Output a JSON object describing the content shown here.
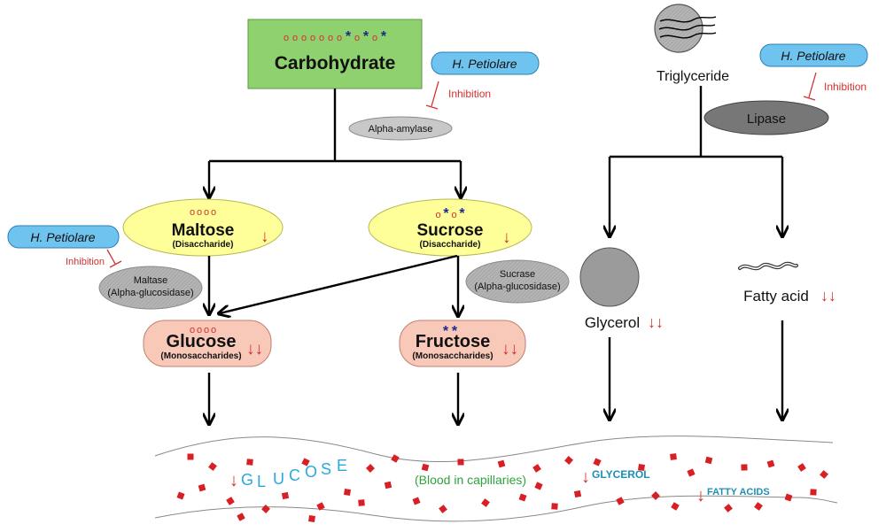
{
  "colors": {
    "carb_fill": "#8fd16f",
    "carb_stroke": "#5b9a3c",
    "pill_fill": "#6fc3ef",
    "pill_stroke": "#2d7fb8",
    "disacch_fill": "#ffff9a",
    "disacch_stroke": "#b8b850",
    "mono_fill": "#f8c8b8",
    "mono_stroke": "#c08070",
    "enzyme_fill": "#c8c8c8",
    "enzyme_stroke": "#8a8a8a",
    "inhibit": "#d43030",
    "blood_dot": "#d81f26",
    "glucose_text": "#29a8e0",
    "blood_label": "#2ea33c",
    "glycerol_text": "#1f8fb5",
    "arrow": "#000000"
  },
  "symbols": {
    "carb_chain": [
      "o",
      "o",
      "o",
      "o",
      "o",
      "o",
      "o",
      "*",
      "o",
      "*",
      "o",
      "*"
    ],
    "maltose_chain": [
      "o",
      "o",
      "o",
      "o"
    ],
    "sucrose_chain": [
      "o",
      "*",
      "o",
      "*"
    ],
    "glucose_chain": [
      "o",
      "o",
      "o",
      "o"
    ],
    "fructose_chain": [
      "*",
      "*"
    ],
    "down_arrow": "↓",
    "double_down": "↓↓"
  },
  "nodes": {
    "carbohydrate": "Carbohydrate",
    "inhibitor": "H. Petiolare",
    "inhibition": "Inhibition",
    "alpha_amylase": "Alpha-amylase",
    "maltose": "Maltose",
    "maltose_sub": "(Disaccharide)",
    "sucrose": "Sucrose",
    "sucrose_sub": "(Disaccharide)",
    "maltase": "Maltase",
    "maltase_sub": "(Alpha-glucosidase)",
    "sucrase": "Sucrase",
    "sucrase_sub": "(Alpha-glucosidase)",
    "glucose": "Glucose",
    "glucose_sub": "(Monosaccharides)",
    "fructose": "Fructose",
    "fructose_sub": "(Monosaccharides)",
    "triglyceride": "Triglyceride",
    "lipase": "Lipase",
    "glycerol": "Glycerol",
    "fatty_acid": "Fatty acid"
  },
  "blood": {
    "glucose_letters": [
      "G",
      "L",
      "U",
      "C",
      "O",
      "S",
      "E"
    ],
    "label": "(Blood in capillaries)",
    "glycerol": "GLYCEROL",
    "fatty_acids": "FATTY ACIDS"
  }
}
